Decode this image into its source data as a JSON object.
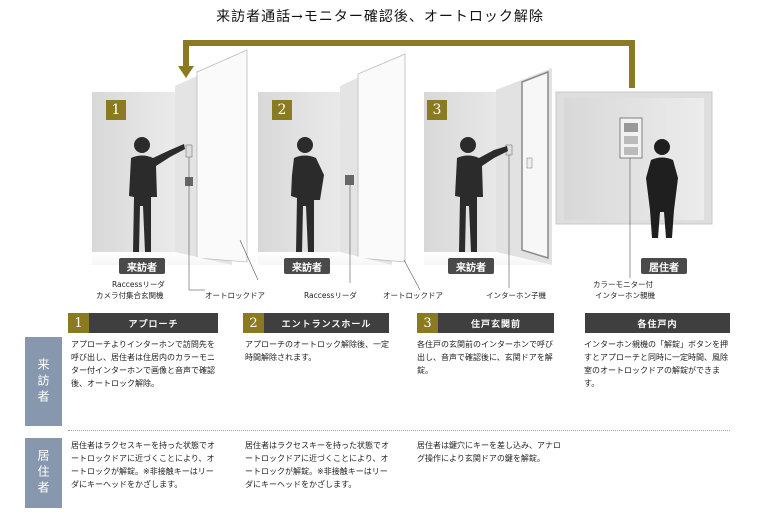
{
  "title": "来訪者通話→モニター確認後、オートロック解除",
  "scene_numbers": [
    "1",
    "2",
    "3"
  ],
  "badges": {
    "visitor": "来訪者",
    "resident": "居住者"
  },
  "labels": {
    "raccess_camera_1": "Raccessリーダ",
    "raccess_camera_2": "カメラ付集合玄関機",
    "autolock_1": "オートロックドア",
    "raccess_reader_2": "Raccessリーダ",
    "autolock_2": "オートロックドア",
    "intercom_child": "インターホン子機",
    "monitor_1": "カラーモニター付",
    "monitor_2": "インターホン親機"
  },
  "steps": [
    {
      "number": "1",
      "title": "アプローチ",
      "visitor": "アプローチよりインターホンで訪問先を呼び出し、居住者は住居内のカラーモニター付インターホンで画像と音声で確認後、オートロック解除。",
      "resident": "居住者はラクセスキーを持った状態でオートロックドアに近づくことにより、オートロックが解錠。※非接触キーはリーダにキーヘッドをかざします。"
    },
    {
      "number": "2",
      "title": "エントランスホール",
      "visitor": "アプローチのオートロック解除後、一定時間解除されます。",
      "resident": "居住者はラクセスキーを持った状態でオートロックドアに近づくことにより、オートロックが解錠。※非接触キーはリーダにキーヘッドをかざします。"
    },
    {
      "number": "3",
      "title": "住戸玄関前",
      "visitor": "各住戸の玄関前のインターホンで呼び出し、音声で確認後に、玄関ドアを解錠。",
      "resident": "居住者は鍵穴にキーを差し込み、アナログ操作により玄関ドアの鍵を解錠。"
    },
    {
      "number": "",
      "title": "各住戸内",
      "visitor": "インターホン親機の「解錠」ボタンを押すとアプローチと同時に一定時間、風除室のオートロックドアの解錠ができます。",
      "resident": ""
    }
  ],
  "row_labels": {
    "visitor": "来訪者",
    "resident": "居住者"
  },
  "colors": {
    "accent": "#8a7a22",
    "header": "#3f3f3f",
    "side": "#8797ae"
  }
}
